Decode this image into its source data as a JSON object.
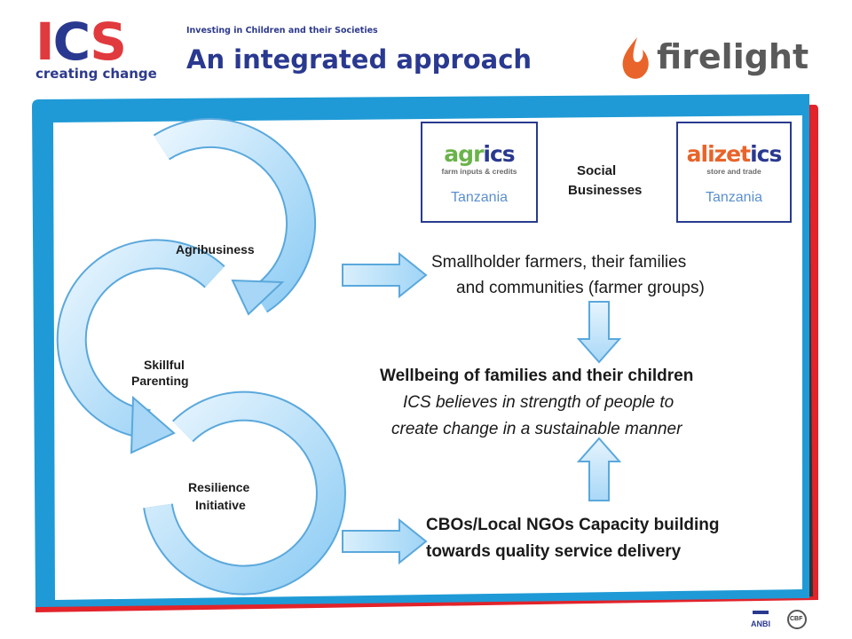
{
  "header": {
    "logo_text": "ICS",
    "logo_tagline": "creating change",
    "tagline": "Investing in Children and their Societies",
    "title": "An integrated approach",
    "partner_logo": "firelight"
  },
  "social_businesses": {
    "label_line1": "Social",
    "label_line2": "Businesses",
    "agrics": {
      "name_part1": "agr",
      "name_part2": "ics",
      "subtitle": "farm inputs & credits",
      "country": "Tanzania"
    },
    "alizetics": {
      "name_part1": "alizet",
      "name_part2": "ics",
      "subtitle": "store and trade",
      "country": "Tanzania"
    }
  },
  "cycle": {
    "agribusiness": "Agribusiness",
    "parenting_line1": "Skillful",
    "parenting_line2": "Parenting",
    "resilience_line1": "Resilience",
    "resilience_line2": "Initiative"
  },
  "outcomes": {
    "farmers_line1": "Smallholder farmers, their families",
    "farmers_line2": "and communities (farmer groups)",
    "wellbeing": "Wellbeing of families and their children",
    "belief_line1": "ICS believes in strength of people to",
    "belief_line2": "create change in a sustainable manner",
    "cbo_line1": "CBOs/Local NGOs Capacity building",
    "cbo_line2": "towards quality service delivery"
  },
  "footer": {
    "anbi": "ANBI",
    "cbf": "CBF"
  },
  "colors": {
    "ics_blue": "#2a3990",
    "ics_red": "#e03a3e",
    "frame_blue": "#1f9ad6",
    "frame_red": "#e2232a",
    "arrow_fill": "#bfe3fb",
    "arrow_stroke": "#5aa8dc"
  }
}
